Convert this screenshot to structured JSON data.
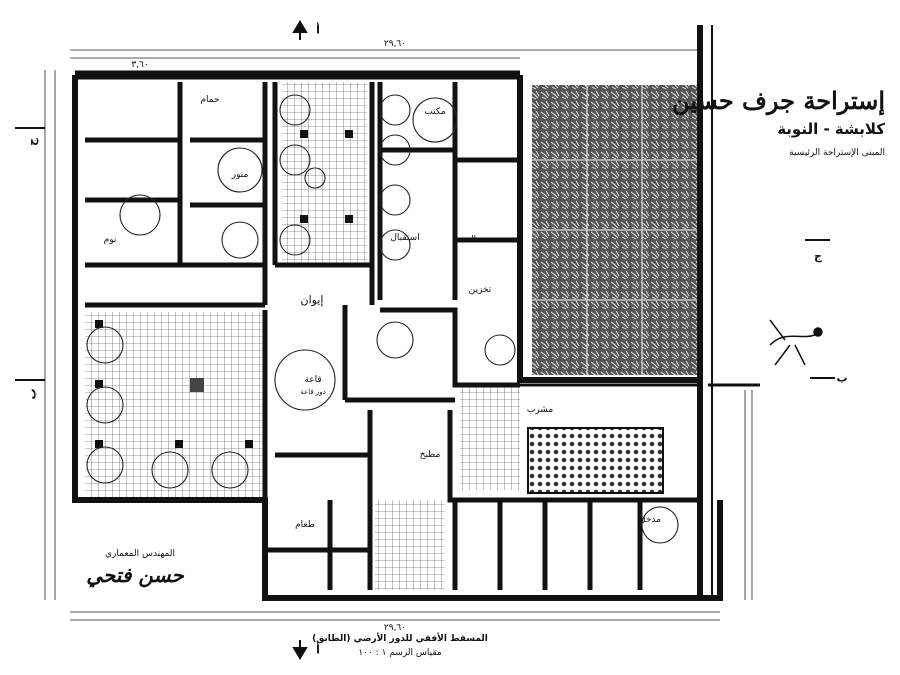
{
  "title": "إستراحة جرف حسين",
  "subtitle": "كلابشة - النوبة",
  "description": "المبنى الإستراحة الرئيسية",
  "engineer": {
    "label": "المهندس المعماري",
    "signature": "حسن فتحي"
  },
  "caption": "المسقط الأفقي للدور الأرضي (الطابق)",
  "scale": "مقياس الرسم ١ : ١٠٠",
  "section_marks": {
    "top": "أ",
    "bottom": "أ",
    "left_upper": "ج",
    "left_lower": "ب",
    "right_upper": "ج",
    "right_lower": "ب"
  },
  "dimensions": {
    "overall_top": "٢٩,٦٠",
    "overall_bottom": "٢٩,٦٠",
    "segment": "٣,٦٠"
  },
  "rooms": [
    {
      "id": "iwan-top",
      "label": "إيوان"
    },
    {
      "id": "qaa",
      "label": "قاعة"
    },
    {
      "id": "qaa-sub",
      "label": "دور قاعة"
    },
    {
      "id": "matbakh",
      "label": "مطبخ"
    },
    {
      "id": "taam",
      "label": "طعام"
    },
    {
      "id": "maktab",
      "label": "مكتب"
    },
    {
      "id": "mashrab",
      "label": "مشرب"
    },
    {
      "id": "hammam",
      "label": "حمام"
    },
    {
      "id": "nawm",
      "label": "نوم"
    },
    {
      "id": "madkhal",
      "label": "مدخل"
    },
    {
      "id": "manwar",
      "label": "منور"
    },
    {
      "id": "takhzin",
      "label": "تخزين"
    },
    {
      "id": "istiqbal",
      "label": "استقبال"
    },
    {
      "id": "sala",
      "label": "صالة"
    }
  ],
  "colors": {
    "ink": "#111111",
    "paper": "#ffffff",
    "hatch": "#222222"
  }
}
